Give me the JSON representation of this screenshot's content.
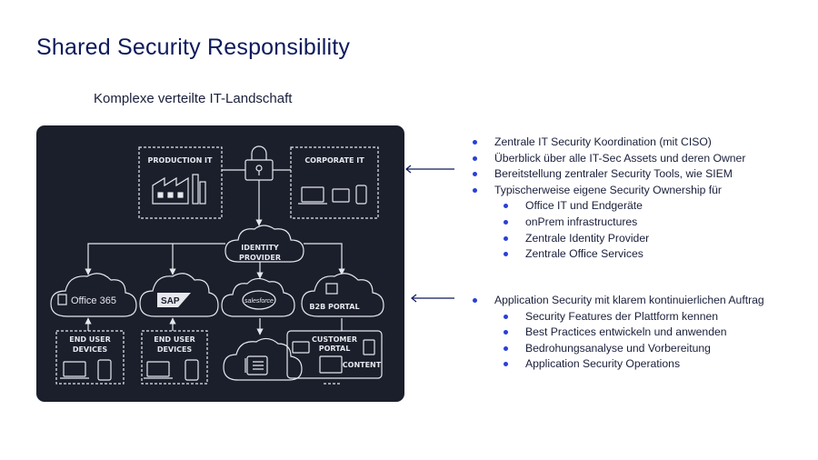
{
  "title": "Shared Security Responsibility",
  "subtitle": "Komplexe verteilte IT-Landschaft",
  "diagram": {
    "production_it": "PRODUCTION IT",
    "corporate_it": "CORPORATE IT",
    "identity_provider_line1": "IDENTITY",
    "identity_provider_line2": "PROVIDER",
    "office365": "Office 365",
    "sap": "SAP",
    "salesforce": "salesforce",
    "b2b_portal": "B2B PORTAL",
    "end_user_devices_1_line1": "END USER",
    "end_user_devices_1_line2": "DEVICES",
    "end_user_devices_2_line1": "END USER",
    "end_user_devices_2_line2": "DEVICES",
    "customer_portal_line1": "CUSTOMER",
    "customer_portal_line2": "PORTAL",
    "content": "CONTENT"
  },
  "group1": [
    {
      "text": "Zentrale IT Security Koordination (mit CISO)",
      "level": 1
    },
    {
      "text": "Überblick über alle IT-Sec Assets und deren Owner",
      "level": 1
    },
    {
      "text": "Bereitstellung zentraler Security Tools, wie SIEM",
      "level": 1
    },
    {
      "text": "Typischerweise eigene Security Ownership für",
      "level": 1
    },
    {
      "text": "Office IT und Endgeräte",
      "level": 2
    },
    {
      "text": "onPrem infrastructures",
      "level": 2
    },
    {
      "text": "Zentrale Identity Provider",
      "level": 2
    },
    {
      "text": "Zentrale Office Services",
      "level": 2
    }
  ],
  "group2": [
    {
      "text": "Application Security mit klarem kontinuierlichen Auftrag",
      "level": 1
    },
    {
      "text": "Security Features der Plattform kennen",
      "level": 2
    },
    {
      "text": "Best Practices entwickeln und anwenden",
      "level": 2
    },
    {
      "text": "Bedrohungsanalyse und Vorbereitung",
      "level": 2
    },
    {
      "text": "Application Security Operations",
      "level": 2
    }
  ],
  "colors": {
    "accent": "#2a3fd6",
    "title": "#0e1a5c",
    "panel": "#1b1f2b",
    "line": "#e6e8ee"
  }
}
